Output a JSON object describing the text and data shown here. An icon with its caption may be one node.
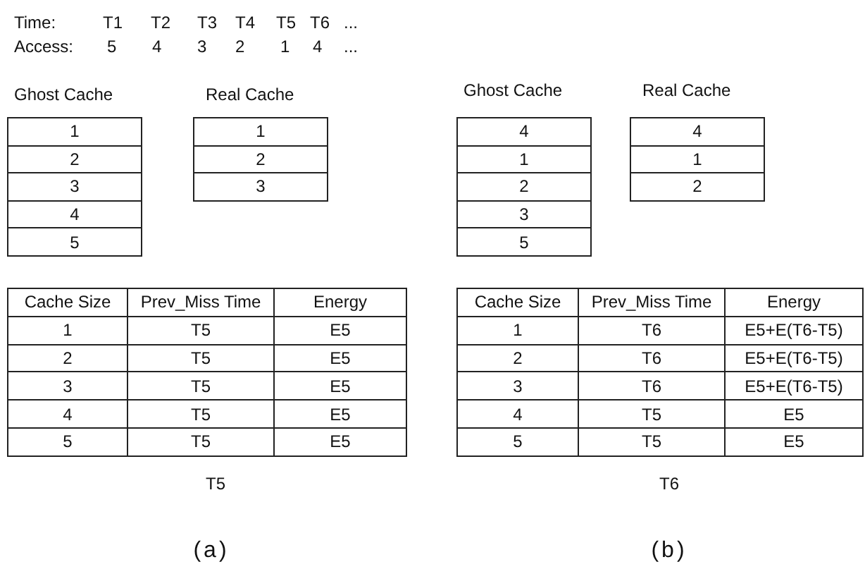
{
  "diagram": {
    "nodes": [
      {
        "text": [
          "1"
        ]
      },
      {
        "text": [
          "2"
        ]
      },
      {
        "text": [
          "3"
        ]
      },
      {
        "text": [
          "4"
        ]
      },
      {
        "text": [
          "5"
        ]
      },
      {
        "text": [
          "1"
        ]
      },
      {
        "text": [
          "2"
        ]
      },
      {
        "text": [
          "3"
        ]
      },
      {
        "text": [
          "4"
        ]
      },
      {
        "text": [
          "1"
        ]
      },
      {
        "text": [
          "2"
        ]
      },
      {
        "text": [
          "3"
        ]
      },
      {
        "text": [
          "5"
        ]
      },
      {
        "text": [
          "4"
        ]
      },
      {
        "text": [
          "1"
        ]
      },
      {
        "text": [
          "2"
        ]
      }
    ],
    "labels": [
      "Time:",
      "T1",
      "T2",
      "T3",
      "T4",
      "T5",
      "T6",
      "...",
      "Access:",
      "5",
      "4",
      "3",
      "2",
      "1",
      "4",
      "...",
      "Ghost Cache",
      "Real Cache",
      "Ghost Cache",
      "Real Cache",
      "Cache Size",
      "Prev_Miss Time",
      "Energy",
      "1",
      "T5",
      "E5",
      "2",
      "T5",
      "E5",
      "3",
      "T5",
      "E5",
      "4",
      "T5",
      "E5",
      "5",
      "T5",
      "E5",
      "Cache Size",
      "Prev_Miss Time",
      "Energy",
      "1",
      "T6",
      "E5+E(T6-T5)",
      "2",
      "T6",
      "E5+E(T6-T5)",
      "3",
      "T6",
      "E5+E(T6-T5)",
      "4",
      "T5",
      "E5",
      "5",
      "T5",
      "E5",
      "T5",
      "T6",
      "(a)",
      "(b)"
    ]
  }
}
